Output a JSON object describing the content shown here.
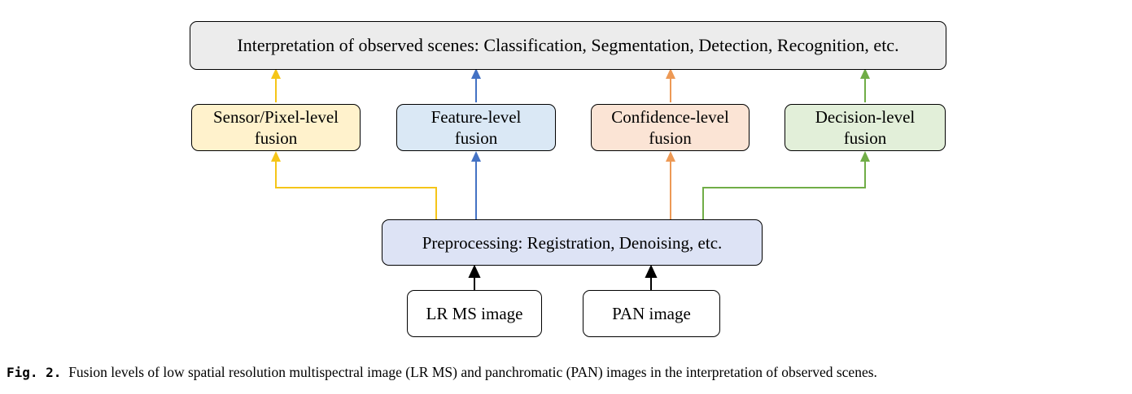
{
  "diagram": {
    "top_box": "Interpretation of observed scenes: Classification, Segmentation, Detection, Recognition, etc.",
    "levels": [
      {
        "line1": "Sensor/Pixel-level",
        "line2": "fusion"
      },
      {
        "line1": "Feature-level",
        "line2": "fusion"
      },
      {
        "line1": "Confidence-level",
        "line2": "fusion"
      },
      {
        "line1": "Decision-level",
        "line2": "fusion"
      }
    ],
    "preprocessing": "Preprocessing:  Registration, Denoising, etc.",
    "inputs": [
      "LR MS image",
      "PAN image"
    ]
  },
  "colors": {
    "sensor_fill": "#fff2cc",
    "sensor_line": "#f5c518",
    "feature_fill": "#dae8f5",
    "feature_line": "#4472c4",
    "confidence_fill": "#fbe4d5",
    "confidence_line": "#ed9955",
    "decision_fill": "#e2efd9",
    "decision_line": "#70ad47",
    "preprocessing_fill": "#dde3f5"
  },
  "caption": {
    "label": "Fig. 2.",
    "text": "Fusion levels of low spatial resolution multispectral image (LR MS) and panchromatic (PAN) images in the interpretation of observed scenes."
  }
}
